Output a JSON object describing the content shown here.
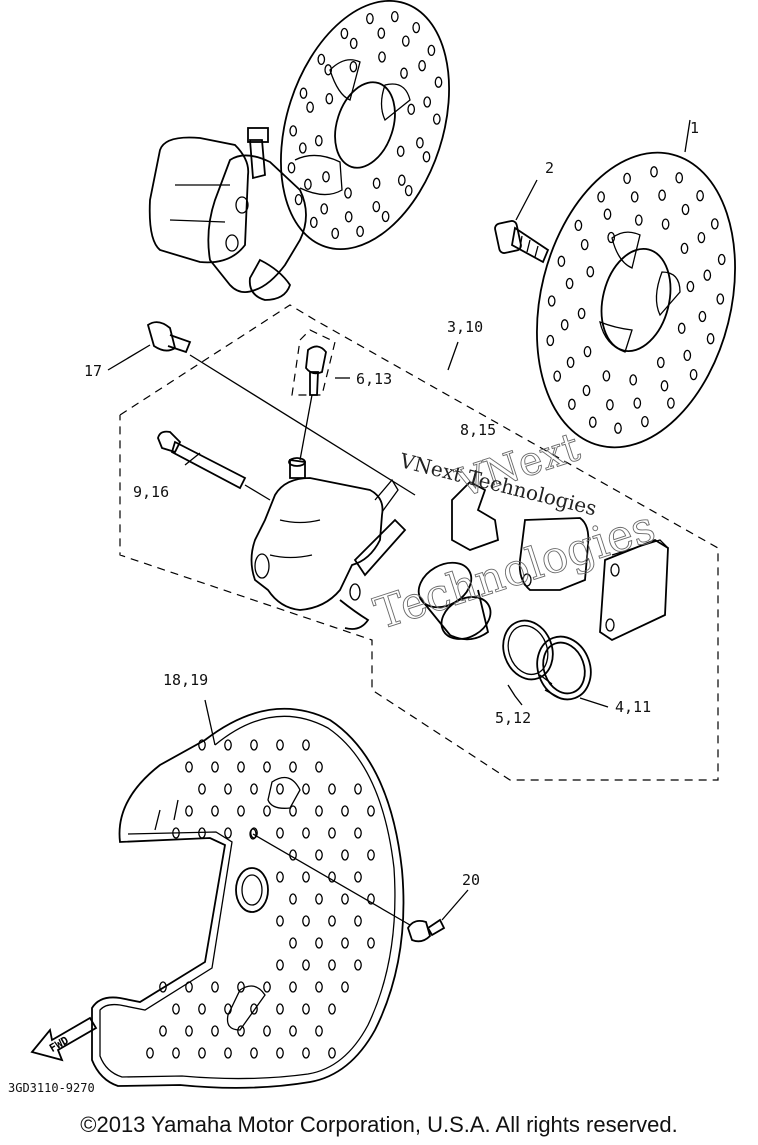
{
  "callouts": {
    "c1": "1",
    "c2": "2",
    "c3_10": "3,10",
    "c17": "17",
    "c6_13": "6,13",
    "c8_15": "8,15",
    "c9_16": "9,16",
    "c18_19": "18,19",
    "c5_12": "5,12",
    "c4_11": "4,11",
    "c20": "20"
  },
  "fwd_label": "FWD",
  "diagram_code": "3GD3110-9270",
  "watermark": {
    "line1": "VNext",
    "line2": "Technologies",
    "overlay": "VNext Technologies"
  },
  "copyright": "©2013 Yamaha Motor Corporation, U.S.A. All rights reserved."
}
